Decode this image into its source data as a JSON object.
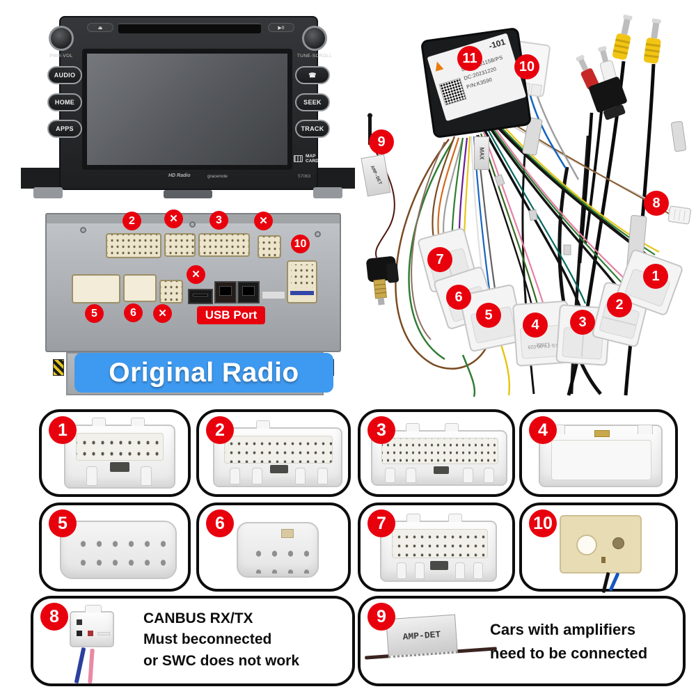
{
  "colors": {
    "badge_red": "#e8000d",
    "banner_blue": "#3e9af0"
  },
  "radio_front": {
    "pwr_vol": "PWR-VOL",
    "tune_scroll": "TUNE-SCROLL",
    "audio": "AUDIO",
    "home": "HOME",
    "apps": "APPS",
    "phone_icon": "☎",
    "seek": "SEEK",
    "track": "TRACK",
    "eject_icon": "⏏",
    "play_icon": "▶II",
    "map": "MAP",
    "card": "CARD",
    "hd_radio": "HD Radio",
    "gracenote": "gracenote",
    "model": "57063"
  },
  "radio_back": {
    "banner": "Original Radio",
    "usb_label": "USB Port",
    "x_mark": "✕",
    "badge_2": "2",
    "badge_3": "3",
    "badge_5": "5",
    "badge_6": "6",
    "badge_10": "10"
  },
  "harness": {
    "badge_numbers": [
      "1",
      "2",
      "3",
      "4",
      "5",
      "6",
      "7",
      "8",
      "9",
      "10",
      "11"
    ],
    "box_label_line1": "-101",
    "box_label_line2": "SWV12B115B/PS",
    "box_label_line3": "DC:20231220",
    "box_label_line4": "P/N:K3590",
    "tag_max": "MAX",
    "tag_amp_det": "AMP-DET",
    "connector4_label_line1": "KS-TY-05.029",
    "connector4_label_line2": "L2822"
  },
  "grid": {
    "items": [
      {
        "num": "1"
      },
      {
        "num": "2"
      },
      {
        "num": "3"
      },
      {
        "num": "4"
      },
      {
        "num": "5"
      },
      {
        "num": "6"
      },
      {
        "num": "7"
      },
      {
        "num": "10"
      }
    ]
  },
  "notes": {
    "note8": {
      "num": "8",
      "line1": "CANBUS RX/TX",
      "line2": "Must beconnected",
      "line3": "or SWC does not work"
    },
    "note9": {
      "num": "9",
      "tag": "AMP-DET",
      "line1": "Cars with amplifiers",
      "line2": "need to be connected"
    }
  }
}
